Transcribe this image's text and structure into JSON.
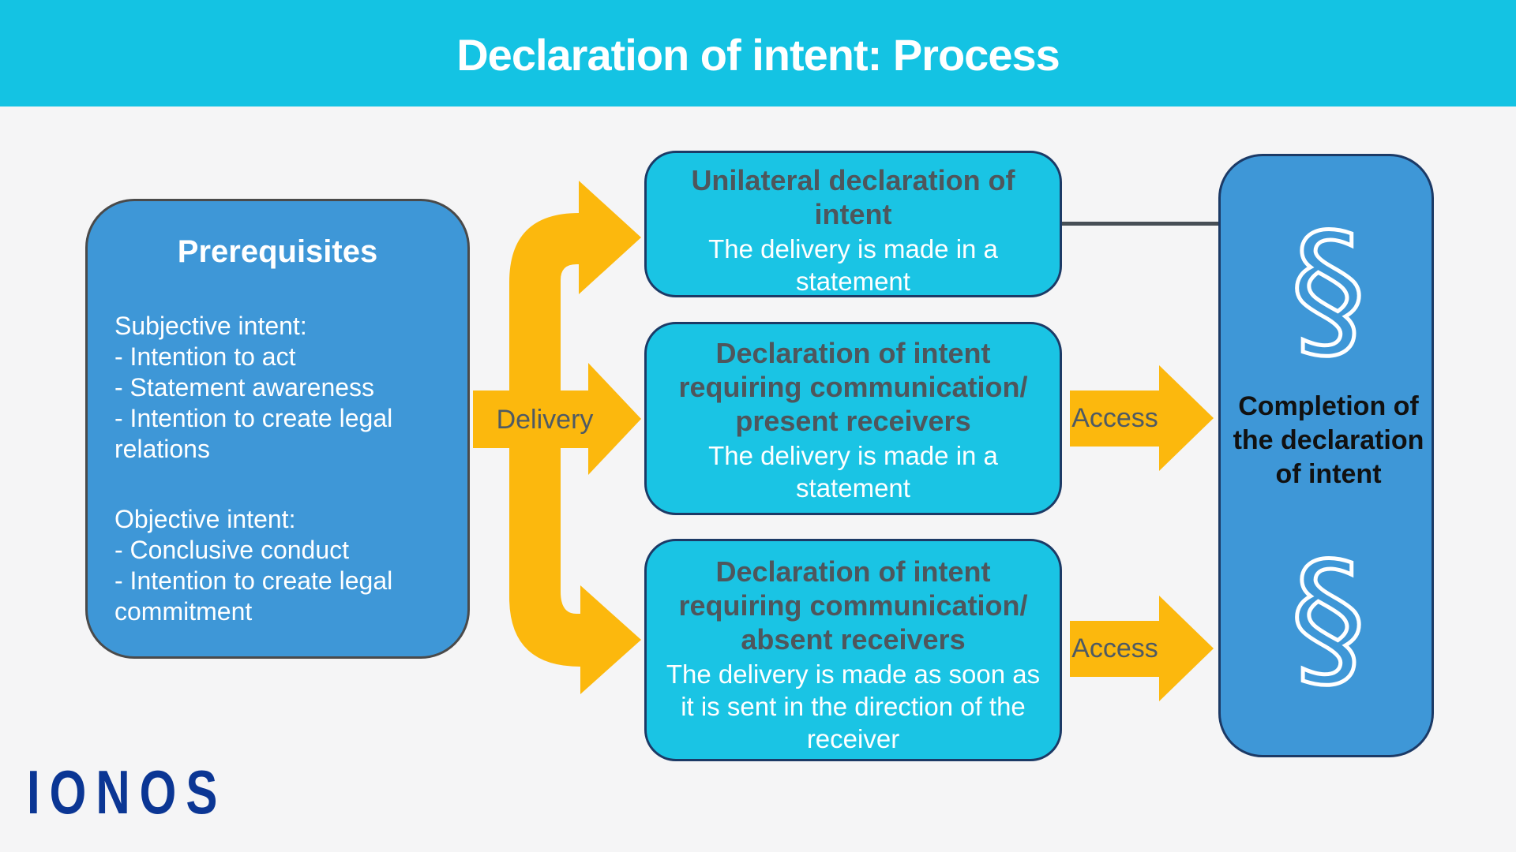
{
  "title": "Declaration of intent: Process",
  "colors": {
    "banner_cyan": "#14c3e3",
    "box_cyan": "#1ac4e4",
    "box_blue": "#3e97d7",
    "arrow_yellow": "#fcb80d",
    "connector_gray": "#474f56",
    "heading_gray": "#4e565c",
    "label_gray": "#4e5a64",
    "logo_navy": "#0b3694"
  },
  "prerequisites": {
    "heading": "Prerequisites",
    "sections": [
      {
        "label": "Subjective intent:",
        "items": [
          "- Intention to act",
          "- Statement awareness",
          "- Intention to create legal relations"
        ]
      },
      {
        "label": "Objective intent:",
        "items": [
          "- Conclusive conduct",
          "- Intention to create legal commitment"
        ]
      }
    ]
  },
  "arrows": {
    "delivery_label": "Delivery",
    "access_label_1": "Access",
    "access_label_2": "Access"
  },
  "branches": [
    {
      "heading": "Unilateral declaration of intent",
      "body": "The delivery is made in a statement"
    },
    {
      "heading": "Declaration of intent requiring communication/ present receivers",
      "body": "The delivery is made in a statement"
    },
    {
      "heading": "Declaration of intent requiring communication/ absent receivers",
      "body": "The delivery is made as soon as it is sent in the direction of the receiver"
    }
  ],
  "completion": {
    "heading": "Completion of the declaration of intent",
    "paragraph_icon": "§"
  },
  "logo": "IONOS"
}
